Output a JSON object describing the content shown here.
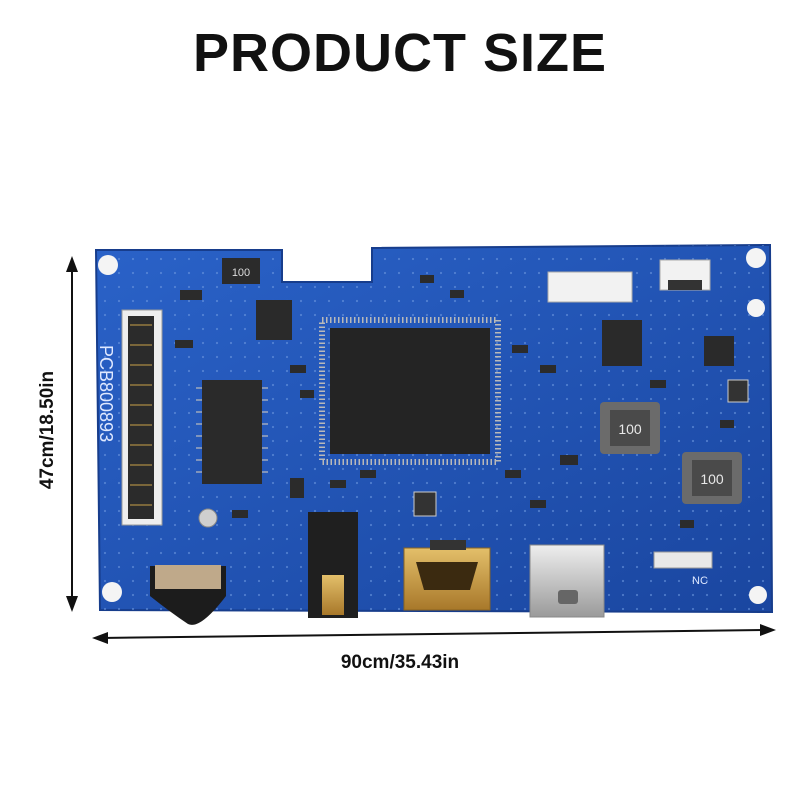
{
  "title": "PRODUCT SIZE",
  "width_label": "90cm/35.43in",
  "height_label": "47cm/18.50in",
  "pcb_text": "PCB800893",
  "component_labels": {
    "inductor_1": "100",
    "inductor_2": "100",
    "top_chip": "100",
    "nc_label": "NC"
  },
  "colors": {
    "board": "#1e4fb0",
    "chip": "#2a2a2a",
    "gold": "#c9a14a",
    "silver": "#c8c8c8"
  }
}
